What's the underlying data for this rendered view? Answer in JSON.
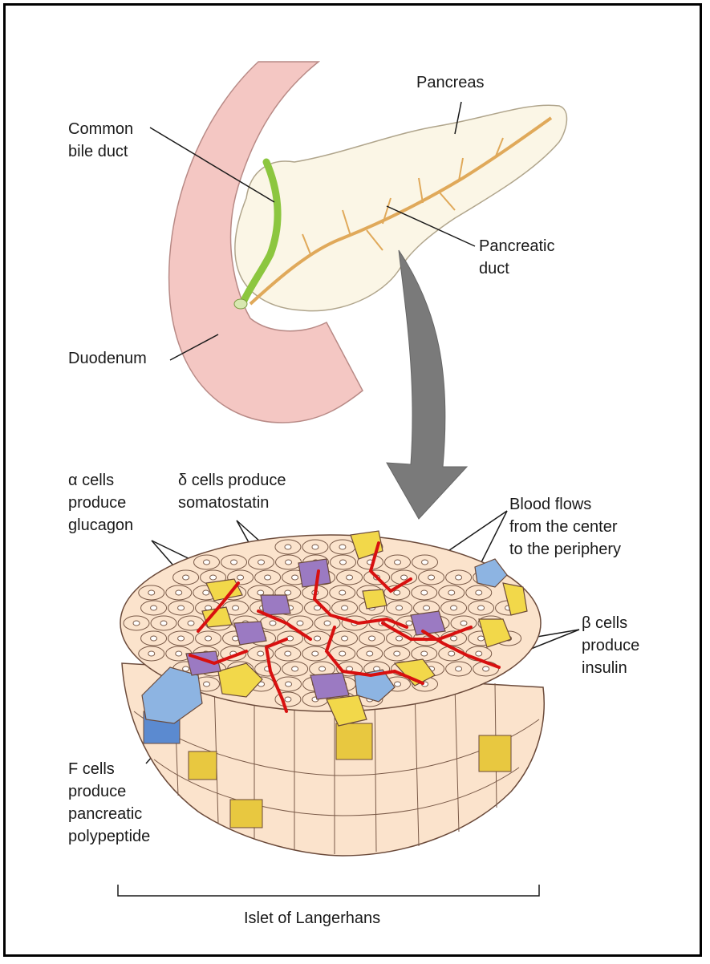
{
  "labels": {
    "pancreas": "Pancreas",
    "common_bile_duct": "Common\nbile duct",
    "pancreatic_duct": "Pancreatic\nduct",
    "duodenum": "Duodenum",
    "alpha_cells": "α cells\nproduce\nglucagon",
    "delta_cells": "δ cells produce\nsomatostatin",
    "blood_flow": "Blood flows\nfrom the center\nto the periphery",
    "beta_cells": "β cells\nproduce\ninsulin",
    "f_cells": "F cells\nproduce\npancreatic\npolypeptide",
    "islet": "Islet of Langerhans"
  },
  "colors": {
    "duodenum": "#f4c7c3",
    "pancreas": "#fbf6e6",
    "bile_duct": "#8cc63f",
    "pancreatic_duct": "#e0a95a",
    "arrow": "#7a7a7a",
    "cell": "#fbe3cc",
    "alpha_cell": "#f2d84a",
    "beta_cell": "#f2d84a",
    "delta_cell": "#9b7ac2",
    "f_cell": "#8db4e2",
    "blood": "#d8100f"
  }
}
